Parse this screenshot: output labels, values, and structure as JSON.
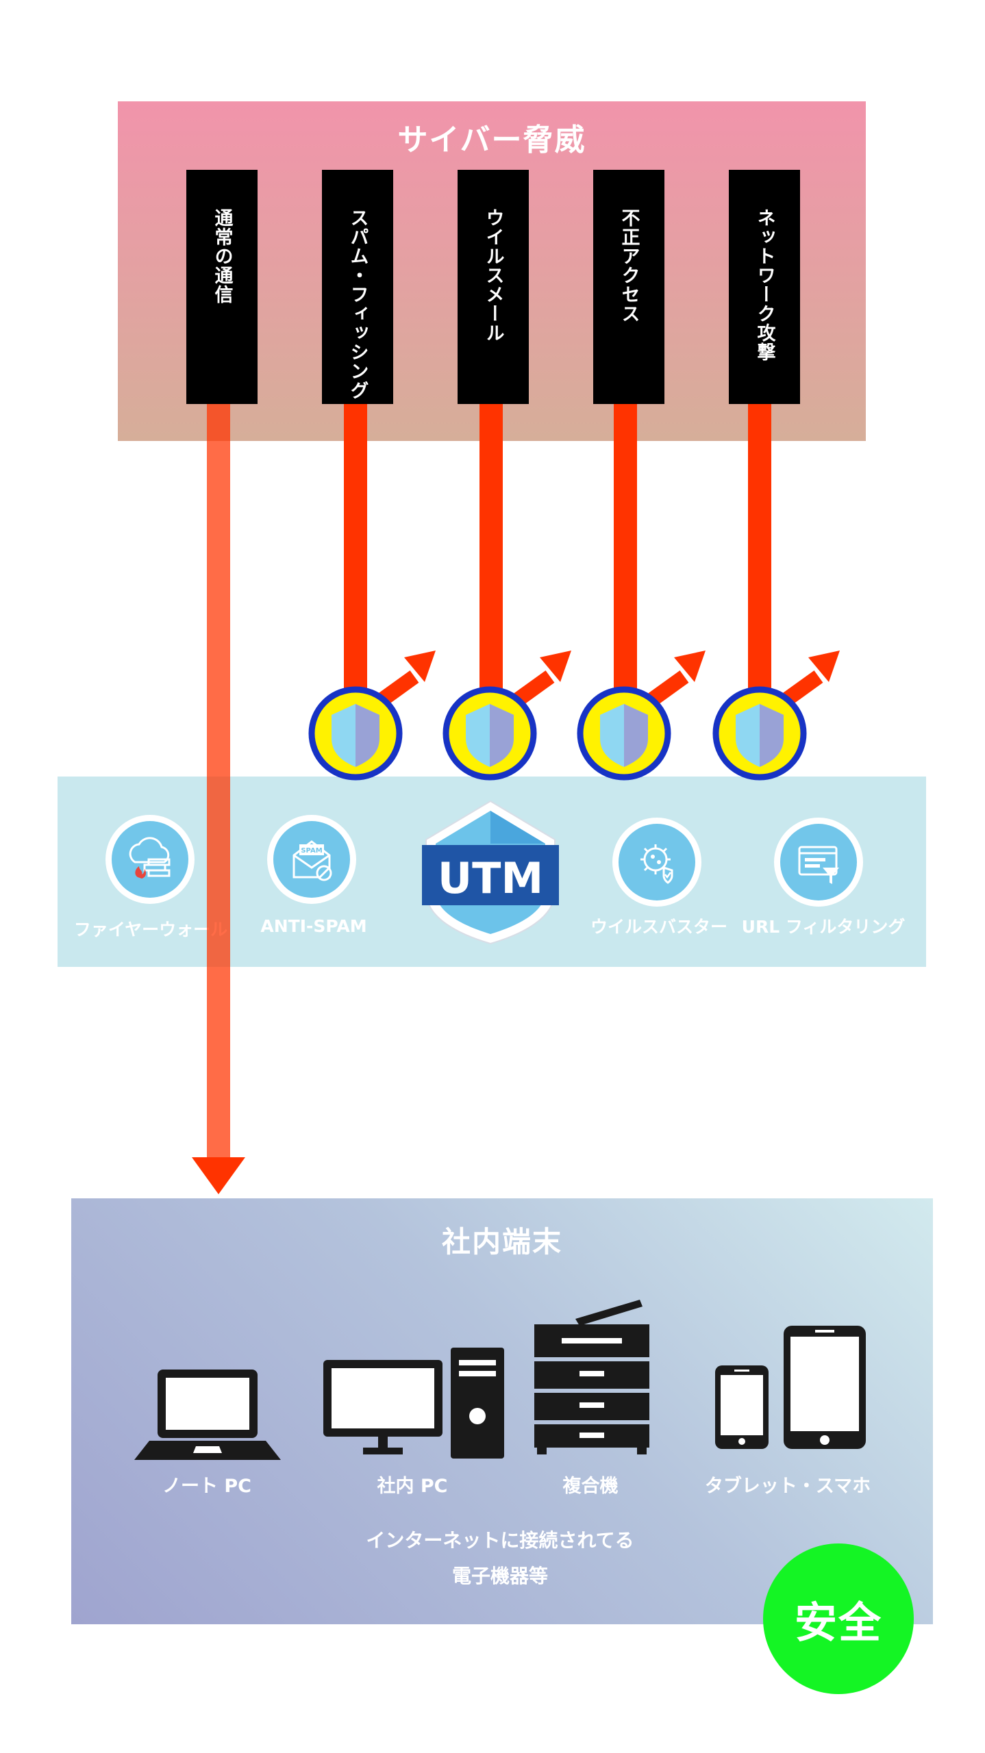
{
  "threats": {
    "title": "サイバー脅威",
    "items": [
      "通常の通信",
      "スパム・フィッシング",
      "ウイルスメール",
      "不正アクセス",
      "ネットワーク攻撃"
    ]
  },
  "utm": {
    "logo": "UTM",
    "features": [
      "ファイヤーウォール",
      "ANTI-SPAM",
      "ウイルスバスター",
      "URL フィルタリング"
    ],
    "spam_icon_text": "SPAM"
  },
  "terminals": {
    "title": "社内端末",
    "devices": [
      "ノート PC",
      "社内 PC",
      "複合機",
      "タブレット・スマホ"
    ],
    "note_line1": "インターネットに接続されてる",
    "note_line2": "電子機器等"
  },
  "status_badge": "安全",
  "colors": {
    "arrow": "#ff3300",
    "shield_ring": "#1733c4",
    "shield_fill": "#fff200",
    "safe": "#14f524",
    "utm_logo": "#1f55a6"
  }
}
